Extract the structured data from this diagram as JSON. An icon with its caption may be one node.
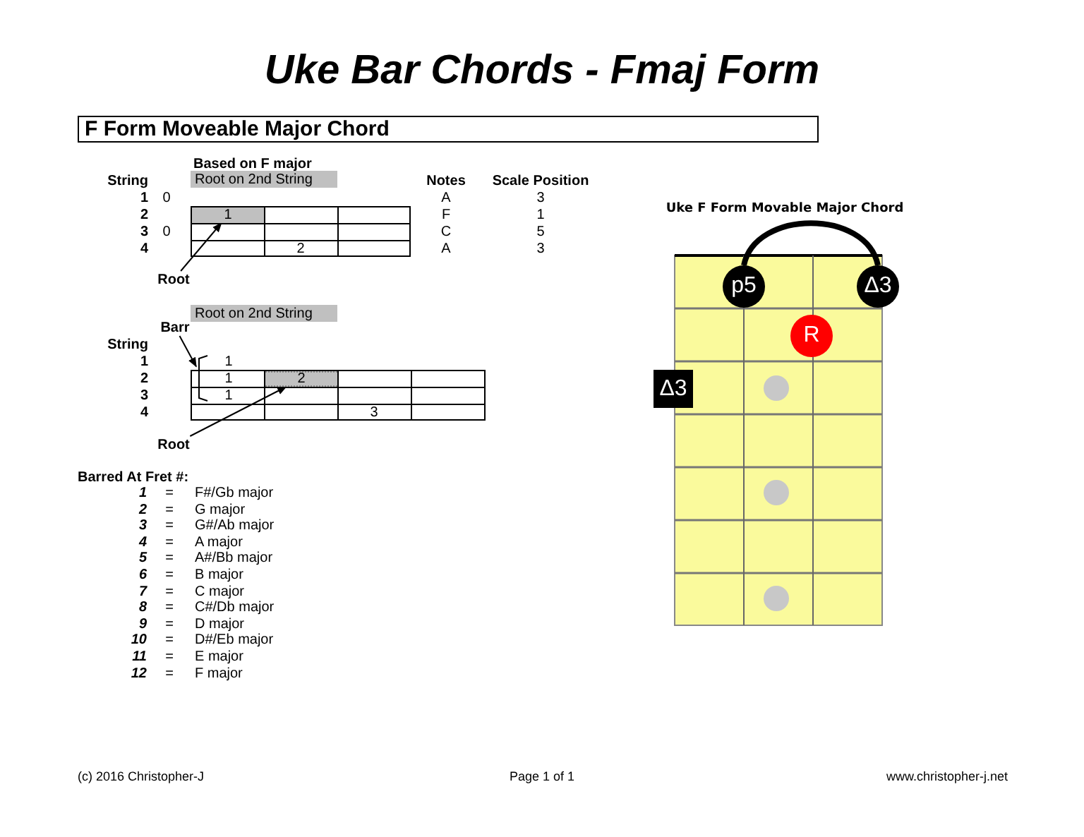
{
  "diagram": {
    "title": "Uke Bar Chords - Fmaj Form",
    "nodes": [
      {
        "text": [
          "F Form Moveable Major Chord"
        ]
      },
      {
        "text": [
          "Root on 2nd String"
        ]
      },
      {
        "text": [
          "1"
        ]
      },
      {
        "text": [
          "Root"
        ]
      },
      {
        "text": [
          "Root on 2nd String"
        ]
      },
      {
        "text": [
          "Barr"
        ]
      },
      {
        "text": [],
        "shape": "bracket"
      },
      {
        "text": [
          "2"
        ]
      },
      {
        "text": [
          "Root"
        ]
      },
      {
        "text": [
          "p5"
        ]
      },
      {
        "text": [
          "Δ3"
        ]
      },
      {
        "text": [
          "R"
        ]
      },
      {
        "text": [
          "Δ3"
        ]
      },
      {
        "text": [],
        "shape": "circle"
      },
      {
        "text": [],
        "shape": "circle"
      },
      {
        "text": [],
        "shape": "circle"
      }
    ],
    "edges": [
      {
        "from": 3,
        "to": 2,
        "arrow": "to"
      },
      {
        "from": 5,
        "to": 6,
        "arrow": "to"
      },
      {
        "from": 8,
        "to": 7,
        "arrow": "to"
      },
      {
        "from": 9,
        "to": 10,
        "arrow": "none",
        "style": "thick"
      }
    ],
    "labels": [
      "Based on F major",
      "String",
      "Notes",
      "Scale Position",
      "1",
      "0",
      "A",
      "3",
      "2",
      "F",
      "1",
      "3",
      "0",
      "C",
      "5",
      "4",
      "2",
      "A",
      "3",
      "String",
      "1",
      "1",
      "2",
      "1",
      "3",
      "1",
      "4",
      "3",
      "Barred At Fret #:",
      "1",
      "=",
      "F#/Gb major",
      "2",
      "=",
      "G major",
      "3",
      "=",
      "G#/Ab major",
      "4",
      "=",
      "A major",
      "5",
      "=",
      "A#/Bb major",
      "6",
      "=",
      "B major",
      "7",
      "=",
      "C major",
      "8",
      "=",
      "C#/Db major",
      "9",
      "=",
      "D major",
      "10",
      "=",
      "D#/Eb major",
      "11",
      "=",
      "E major",
      "12",
      "=",
      "F major",
      "Uke F Form Movable Major Chord",
      "(c) 2016 Christopher-J",
      "Page 1 of 1",
      "www.christopher-j.net"
    ]
  }
}
